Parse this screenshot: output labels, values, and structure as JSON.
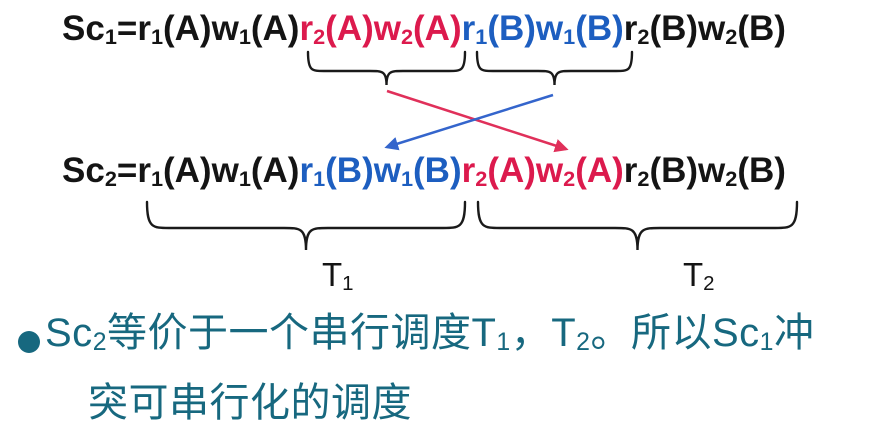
{
  "slide": {
    "colors": {
      "black": "#141414",
      "red": "#dc1a4d",
      "blue": "#1d5ec0",
      "teal": "#17687f",
      "arrow_red": "#e0305a",
      "arrow_blue": "#3465cc",
      "brace": "#1a1a1a"
    },
    "icons": {
      "bullet_icon": "filled-circle"
    },
    "schedule1": {
      "segments": [
        {
          "text": "Sc_1=r_1(A)w_1(A)",
          "color": "black"
        },
        {
          "text": "r_2(A)w_2(A)",
          "color": "red"
        },
        {
          "text": "r_1(B)w_1(B)",
          "color": "blue"
        },
        {
          "text": "r_2(B)w_2(B)",
          "color": "black"
        }
      ]
    },
    "schedule2": {
      "segments": [
        {
          "text": "Sc_2=r_1(A)w_1(A)",
          "color": "black"
        },
        {
          "text": "r_1(B)w_1(B)",
          "color": "blue"
        },
        {
          "text": "r_2(A)w_2(A)",
          "color": "red"
        },
        {
          "text": "r_2(B)w_2(B)",
          "color": "black"
        }
      ]
    },
    "transaction_labels": {
      "t1": "T_1",
      "t2": "T_2"
    },
    "note": {
      "line1_segments": [
        {
          "text": "Sc_2",
          "color": "teal",
          "font": "sans"
        },
        {
          "text": "等价于一个串行调度",
          "color": "teal",
          "font": "serif"
        },
        {
          "text": "T_1",
          "color": "teal",
          "font": "sans"
        },
        {
          "text": "，",
          "color": "teal",
          "font": "serif"
        },
        {
          "text": "T_2",
          "color": "teal",
          "font": "sans"
        },
        {
          "text": "。所以",
          "color": "teal",
          "font": "serif"
        },
        {
          "text": "Sc_1",
          "color": "teal",
          "font": "sans"
        },
        {
          "text": "冲",
          "color": "teal",
          "font": "serif"
        }
      ],
      "line2_segments": [
        {
          "text": "突可串行化的调度",
          "color": "teal",
          "font": "serif"
        }
      ]
    }
  }
}
